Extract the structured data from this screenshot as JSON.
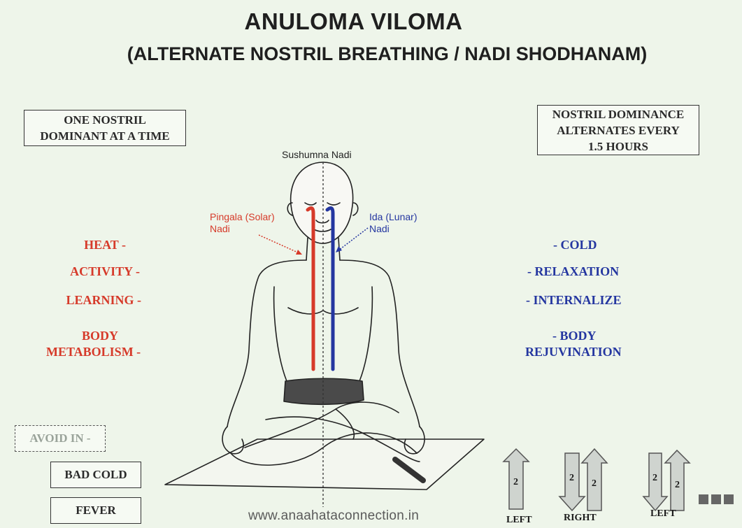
{
  "title": "ANULOMA VILOMA",
  "subtitle": "(ALTERNATE NOSTRIL BREATHING / NADI SHODHANAM)",
  "box_left": [
    "ONE NOSTRIL",
    "DOMINANT  AT A TIME"
  ],
  "box_right": [
    "NOSTRIL DOMINANCE",
    "ALTERNATES  EVERY",
    "1.5 HOURS"
  ],
  "figure": {
    "sushumna": "Sushumna Nadi",
    "pingala": [
      "Pingala (Solar)",
      "Nadi"
    ],
    "ida": [
      "Ida (Lunar)",
      "Nadi"
    ]
  },
  "solar_qualities": [
    "HEAT -",
    "ACTIVITY -",
    "LEARNING -",
    "BODY",
    "METABOLISM -"
  ],
  "lunar_qualities": [
    "- COLD",
    "- RELAXATION",
    "- INTERNALIZE",
    "- BODY",
    "REJUVINATION"
  ],
  "avoid": {
    "label": "AVOID IN -",
    "items": [
      "BAD COLD",
      "FEVER"
    ]
  },
  "cycle": {
    "number": "2",
    "labels": [
      "LEFT",
      "RIGHT",
      "LEFT"
    ]
  },
  "website": "www.anaahataconnection.in",
  "colors": {
    "solar": "#d63a2a",
    "lunar": "#2436a0",
    "background": "#eef5ea"
  }
}
